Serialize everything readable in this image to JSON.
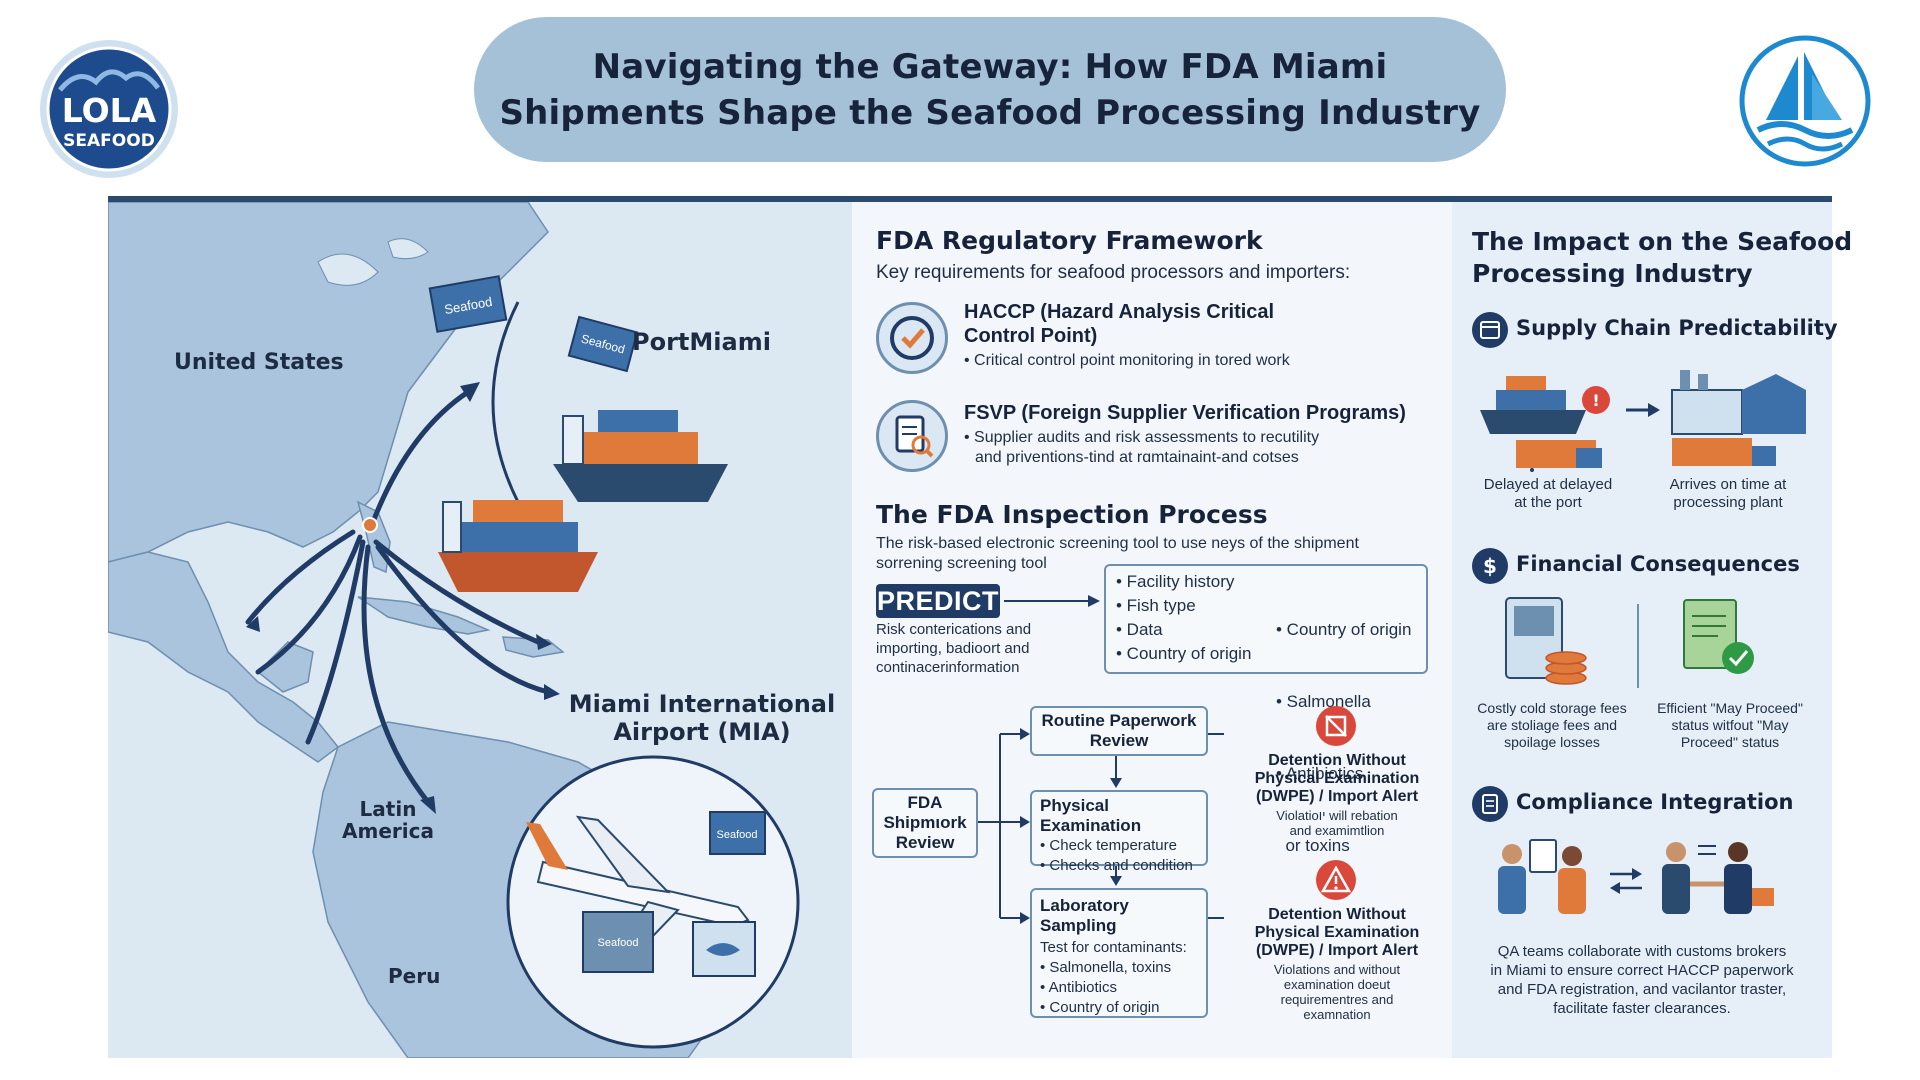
{
  "header": {
    "title_line1": "Navigating the Gateway: How FDA Miami",
    "title_line2": "Shipments Shape the Seafood Processing Industry",
    "logo_left": {
      "name": "LOLA SEAFOOD",
      "line1": "LOLA",
      "line2": "SEAFOOD"
    },
    "logo_right": {
      "icon": "sailboat-waves-icon"
    }
  },
  "map": {
    "labels": {
      "us": "United States",
      "portmiami": "PortMiami",
      "mia_line1": "Miami International",
      "mia_line2": "Airport (MIA)",
      "latam_line1": "Latin",
      "latam_line2": "America",
      "peru": "Peru"
    },
    "container_text": "Seafood",
    "plane_container_text": "Seafood",
    "box_text": "Seafood"
  },
  "framework": {
    "heading": "FDA Regulatory Framework",
    "subheading": "Key requirements for seafood processors and importers:",
    "items": [
      {
        "icon": "checklist-gear-icon",
        "title_line1": "HACCP (Hazard Analysis Critical",
        "title_line2": "Control Point)",
        "bullet": "• Critical control point monitoring in tored work"
      },
      {
        "icon": "clipboard-magnifier-icon",
        "title_line1": "FSVP (Foreign Supplier Verification Programs)",
        "bullet_line1": "• Supplier audits and risk assessments to recutility",
        "bullet_line2": "and prіventions-tind at rɑmtainaint-and cotses"
      }
    ]
  },
  "inspection": {
    "heading": "The FDA Inspection Process",
    "desc_line1": "The risk-based electronic screening tool to use neys of the shipment",
    "desc_line2": "sorrening screening tool",
    "predict_label": "PREDICT",
    "predict_desc": [
      "Risk conterications and",
      "importing, badioort and",
      "continacerinformation"
    ],
    "factors_left": [
      "• Facility history",
      "• Fish type",
      "• Data",
      "• Country of origin"
    ],
    "factors_right": [
      "• Country of origin",
      "• Salmonella",
      "• Antibiotics",
      "  or toxins"
    ],
    "start_box": [
      "FDA",
      "Shipmιork",
      "Review"
    ],
    "routine": {
      "line1": "Routine Paperwork",
      "line2": "Review"
    },
    "physical": {
      "title": "Physical Examination",
      "items": [
        "• Check temperature",
        "• Checks and condition"
      ]
    },
    "lab": {
      "title": "Laboratory Sampling",
      "sub": "Test for contaminants:",
      "items": [
        "• Salmonella, toxins",
        "• Antibiotics",
        "• Country of origin"
      ]
    },
    "dwpe1": {
      "title": [
        "Detention Without",
        "Physical Examination",
        "(DWPE) / Import Alert"
      ],
      "sub": [
        "Violatioיו will rebation",
        "and examimtlion"
      ]
    },
    "dwpe2": {
      "title": [
        "Detention Without",
        "Physical Examination",
        "(DWPE) / Import Alert"
      ],
      "sub": [
        "Violations and without",
        "examination doeut",
        "requirementres and",
        "examnation"
      ]
    }
  },
  "impact": {
    "heading_line1": "The Impact on the Seafood",
    "heading_line2": "Processing Industry",
    "supply": {
      "icon": "calendar-icon",
      "heading": "Supply Chain Predictability",
      "left_caption": [
        "Delayed at delayed",
        "at the port"
      ],
      "right_caption": [
        "Arrives on time at",
        "processing plant"
      ]
    },
    "financial": {
      "icon": "dollar-icon",
      "icon_text": "$",
      "heading": "Financial Consequences",
      "left_caption": [
        "Costly cold storage fees",
        "are stoliage fees and",
        "spoilage losses"
      ],
      "right_caption": [
        "Efficient \"May Proceed\"",
        "status witfout \"May",
        "Proceed\" status"
      ]
    },
    "compliance": {
      "icon": "clipboard-pen-icon",
      "heading": "Compliance Integration",
      "caption": [
        "QA teams collaborate with customs brokers",
        "in Miami to ensure correct HACCP paperwork",
        "and FDA registration, and vacilantor traster,",
        "facilitate faster clearances."
      ]
    }
  },
  "colors": {
    "navy": "#1f3b66",
    "pill": "#a4c1d8",
    "map_land": "#a9c4dc",
    "map_sea": "#dce8f2",
    "orange": "#e07a3a",
    "red_alert": "#d9483b"
  }
}
